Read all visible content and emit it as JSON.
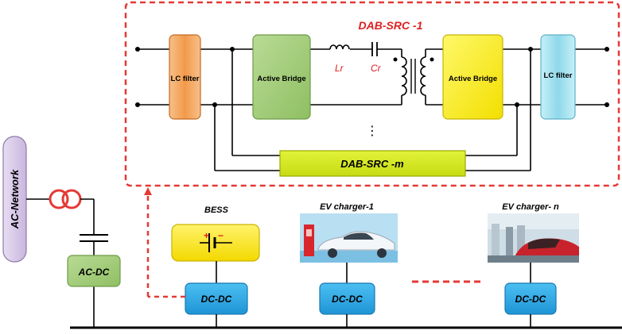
{
  "labels": {
    "ac_network": "AC-Network",
    "ac_dc": "AC-DC",
    "dab_title": "DAB-SRC -1",
    "lr": "Lr",
    "cr": "Cr",
    "lc_filter_left": "LC filter",
    "lc_filter_right": "LC filter",
    "active_bridge_left": "Active Bridge",
    "active_bridge_right": "Active Bridge",
    "dab_m": "DAB-SRC -m",
    "ellipsis_vertical": "⋮",
    "bess": "BESS",
    "ev_charger_1": "EV charger-1",
    "ev_charger_n": "EV charger- n",
    "dcdc_1": "DC-DC",
    "dcdc_2": "DC-DC",
    "dcdc_3": "DC-DC"
  },
  "colors": {
    "red_dash": "#e53935",
    "ac_network_fill": "#d8c9e8",
    "ac_dc_fill": "#8cc26b",
    "lc_filter_left_fill": "#f4a15c",
    "active_bridge_left_fill": "#a9cf84",
    "active_bridge_right_fill": "#fff200",
    "lc_filter_right_fill": "#9fe0ee",
    "dab_m_fill": "#cde619",
    "bess_fill": "#ffea33",
    "dcdc_fill": "#2ea8e6",
    "transformer_red": "#e53935",
    "label_red": "#e02020"
  }
}
